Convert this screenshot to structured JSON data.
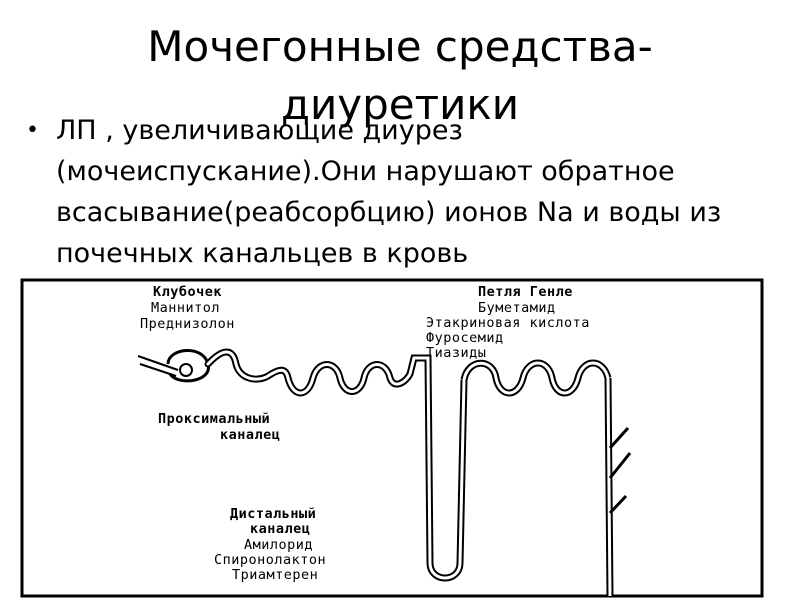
{
  "slide": {
    "title_line1": "Мочегонные средства-",
    "title_line2": "диуретики",
    "bullet_mark": "•",
    "bullet_text": "ЛП , увеличивающие диурез (мочеиспускание).Они нарушают обратное всасывание(реабсорбцию) ионов Nа и воды из почечных канальцев в кровь"
  },
  "diagram": {
    "glomerulus": {
      "title": "Клубочек",
      "drugs": [
        "Маннитол",
        "Преднизолон"
      ]
    },
    "henle": {
      "title": "Петля Генле",
      "drugs": [
        "Буметамид",
        "Этакриновая кислота",
        "Фуросемид",
        "Тиазиды"
      ]
    },
    "proximal": {
      "title_line1": "Проксимальный",
      "title_line2": "каналец"
    },
    "distal": {
      "title_line1": "Дистальный",
      "title_line2": "каналец",
      "drugs": [
        "Амилорид",
        "Спиронолактон",
        "Триамтерен"
      ]
    }
  },
  "colors": {
    "text": "#000000",
    "background": "#ffffff"
  }
}
